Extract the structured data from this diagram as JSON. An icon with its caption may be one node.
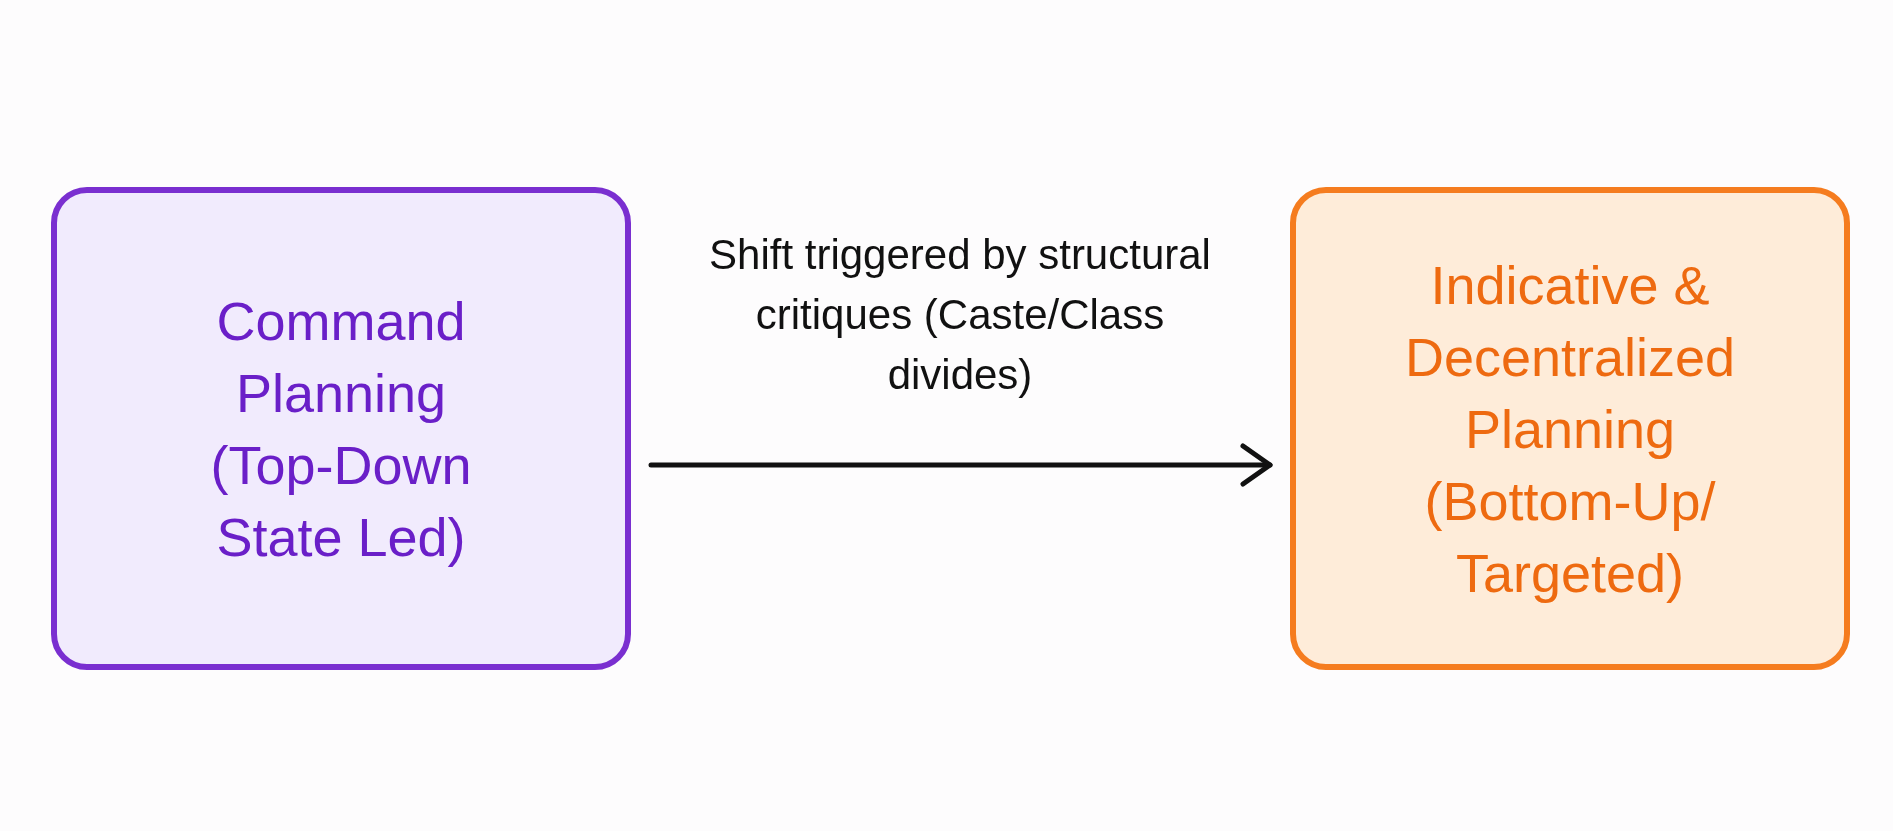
{
  "diagram": {
    "nodes": [
      {
        "text": [
          "Command Planning",
          "(Top-Down State Led)"
        ]
      },
      {
        "text": [
          "Indicative & Decentralized Planning",
          "(Bottom-Up/ Targeted)"
        ]
      }
    ],
    "edges": [
      {
        "from": 0,
        "to": 1,
        "arrow": "to",
        "label": "Shift triggered by structural critiques (Caste/Class divides)"
      }
    ]
  }
}
